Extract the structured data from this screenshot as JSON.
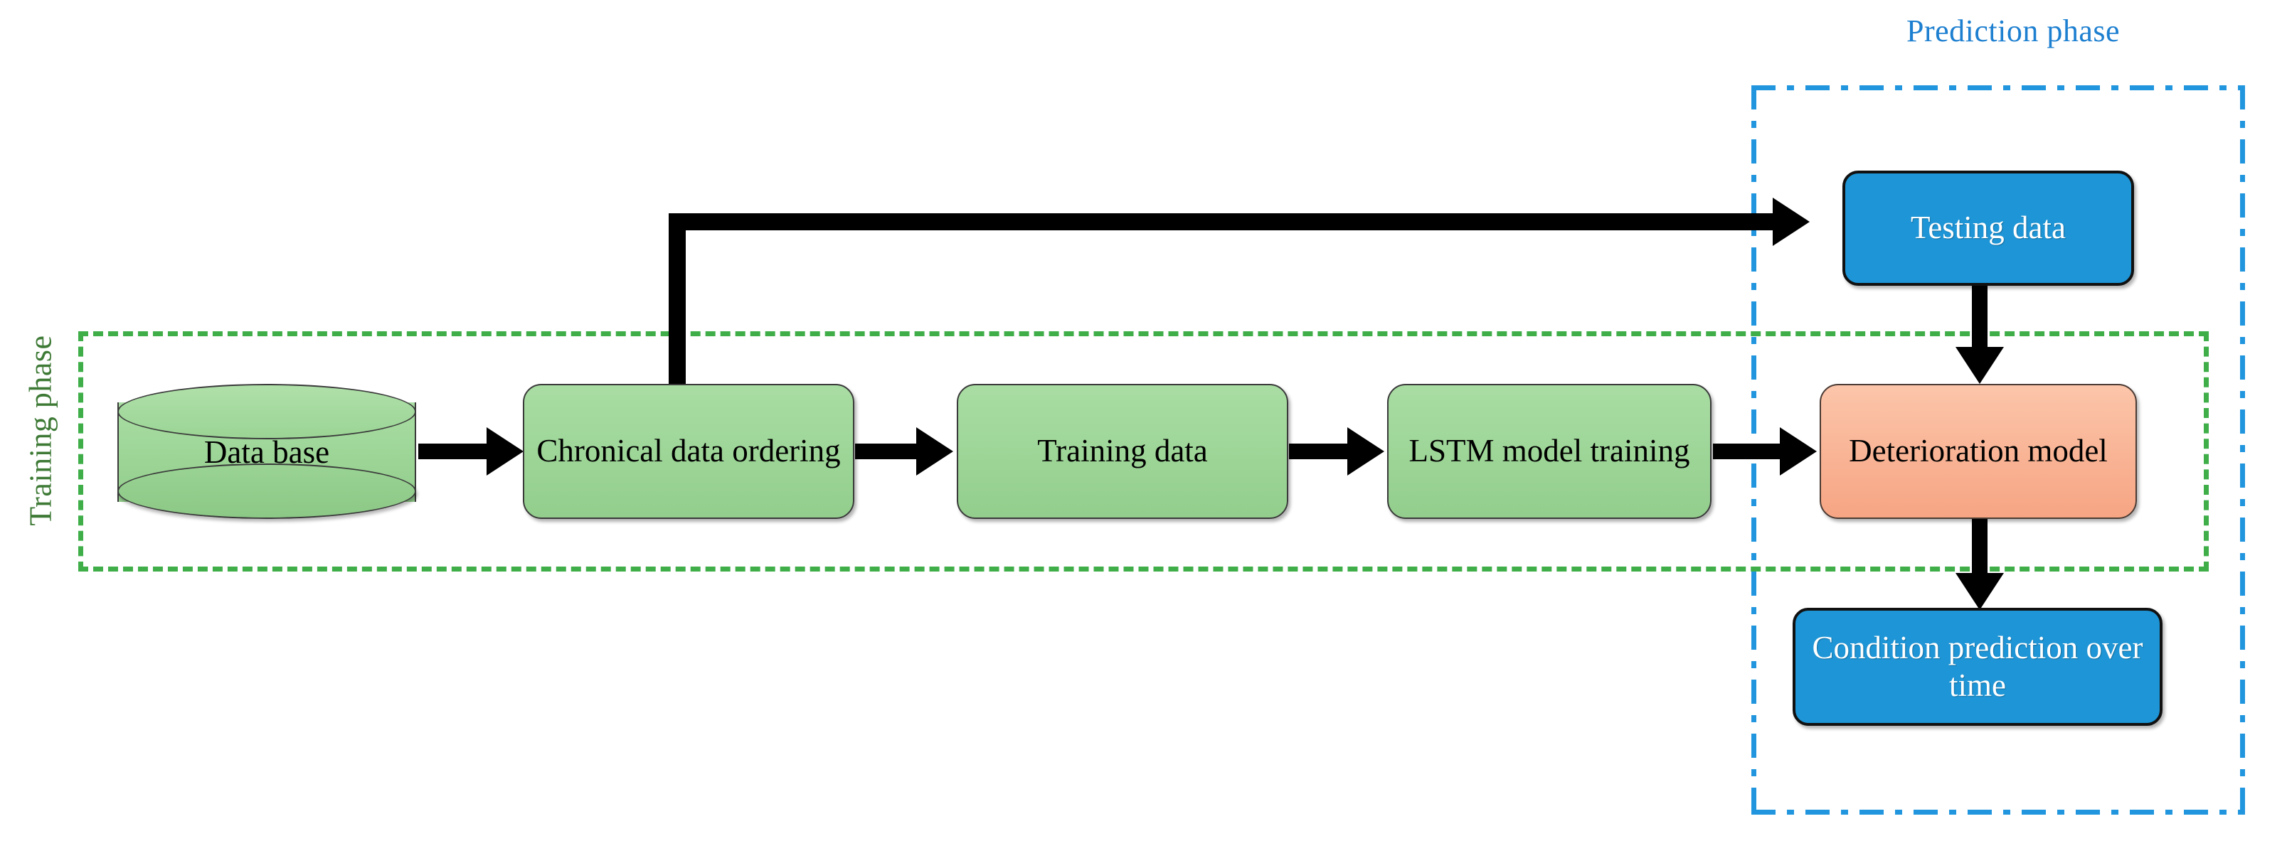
{
  "diagram": {
    "title_present": false,
    "phases": [
      {
        "id": "training",
        "label": "Training phase",
        "label_color": "#3E7A36",
        "border_color": "#3FAE49",
        "border_style": "dashed",
        "label_orientation": "vertical-rotated-ccw"
      },
      {
        "id": "prediction",
        "label": "Prediction phase",
        "label_color": "#1D7FD0",
        "border_color": "#2196DE",
        "border_style": "dash-dot",
        "label_orientation": "horizontal"
      }
    ],
    "nodes": [
      {
        "id": "database",
        "label": "Data base",
        "shape": "cylinder",
        "fill": "#9ED49A",
        "text_color": "#000000",
        "phase": "training"
      },
      {
        "id": "chronical-data-ordering",
        "label": "Chronical  data ordering",
        "shape": "rounded-rect",
        "fill": "#9ED49A",
        "text_color": "#000000",
        "phase": "training"
      },
      {
        "id": "training-data",
        "label": "Training  data",
        "shape": "rounded-rect",
        "fill": "#9ED49A",
        "text_color": "#000000",
        "phase": "training"
      },
      {
        "id": "lstm-model-training",
        "label": "LSTM model training",
        "shape": "rounded-rect",
        "fill": "#9ED49A",
        "text_color": "#000000",
        "phase": "training"
      },
      {
        "id": "testing-data",
        "label": "Testing data",
        "shape": "rounded-rect",
        "fill": "#1E95D6",
        "text_color": "#FFFFFF",
        "phase": "prediction"
      },
      {
        "id": "deterioration-model",
        "label": "Deterioration model",
        "shape": "rounded-rect",
        "fill": "#F9B495",
        "text_color": "#000000",
        "phase": "training+prediction"
      },
      {
        "id": "condition-prediction-over-time",
        "label": "Condition prediction  over  time",
        "shape": "rounded-rect",
        "fill": "#1E95D6",
        "text_color": "#FFFFFF",
        "phase": "prediction"
      }
    ],
    "edges": [
      {
        "id": "db-to-chronical",
        "from": "database",
        "to": "chronical-data-ordering",
        "direction": "right",
        "label": ""
      },
      {
        "id": "chronical-to-training",
        "from": "chronical-data-ordering",
        "to": "training-data",
        "direction": "right",
        "label": ""
      },
      {
        "id": "training-to-lstm",
        "from": "training-data",
        "to": "lstm-model-training",
        "direction": "right",
        "label": ""
      },
      {
        "id": "lstm-to-deterioration",
        "from": "lstm-model-training",
        "to": "deterioration-model",
        "direction": "right",
        "label": ""
      },
      {
        "id": "chronical-to-testing",
        "from": "chronical-data-ordering",
        "to": "testing-data",
        "direction": "up-right",
        "label": ""
      },
      {
        "id": "testing-to-deterioration",
        "from": "testing-data",
        "to": "deterioration-model",
        "direction": "down",
        "label": ""
      },
      {
        "id": "deterioration-to-condition",
        "from": "deterioration-model",
        "to": "condition-prediction-over-time",
        "direction": "down",
        "label": ""
      }
    ],
    "colors": {
      "arrow": "#000000",
      "node_border": "#3A3A3A",
      "background": "#FFFFFF"
    }
  }
}
